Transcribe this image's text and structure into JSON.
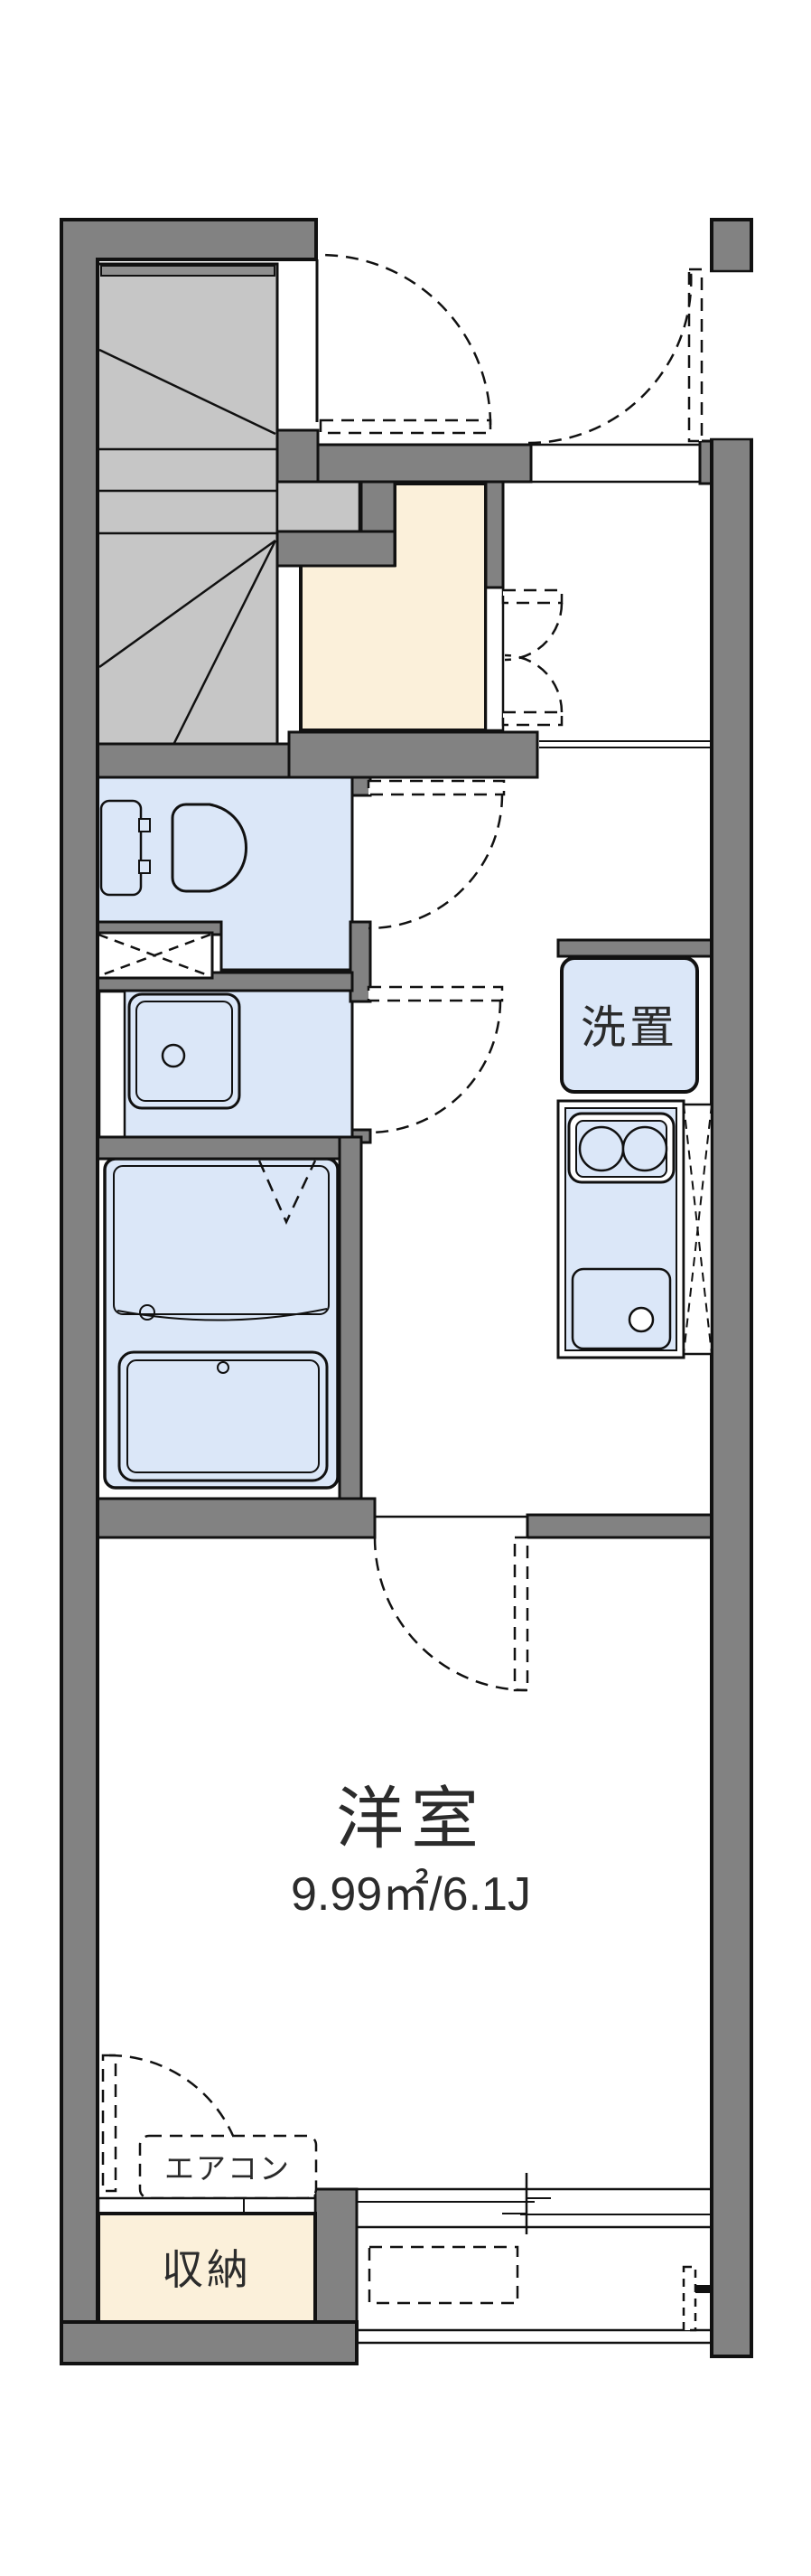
{
  "floorplan": {
    "rooms": {
      "western_room": {
        "label": "洋室",
        "area": "9.99㎡/6.1J"
      },
      "laundry_space": {
        "label": "洗置"
      },
      "air_conditioner": {
        "label": "エアコン"
      },
      "storage": {
        "label": "収納"
      }
    },
    "colors": {
      "wall": "#828282",
      "wet_area_fill": "#dbe7f8",
      "genkan_fill": "#fbf0da",
      "stair_fill": "#c6c6c6",
      "line": "#111111",
      "background": "#ffffff"
    }
  }
}
